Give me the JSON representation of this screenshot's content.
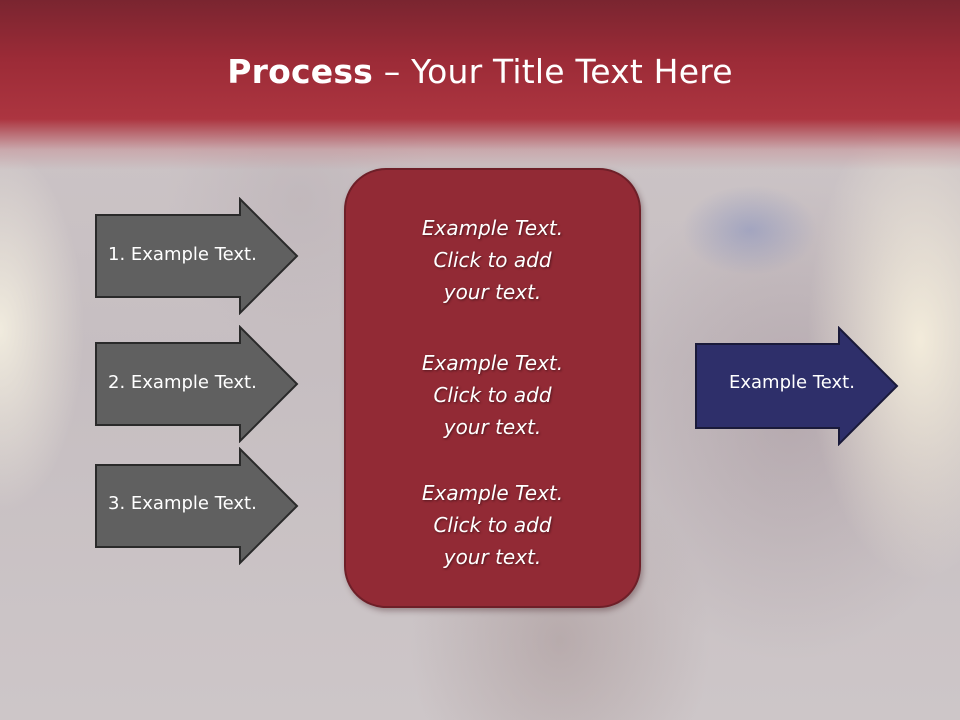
{
  "title": {
    "bold": "Process",
    "rest": " – Your Title Text Here"
  },
  "left_arrows": [
    {
      "label": "1. Example Text."
    },
    {
      "label": "2. Example Text."
    },
    {
      "label": "3. Example Text."
    }
  ],
  "center_box": {
    "blocks": [
      {
        "line1": "Example Text.",
        "line2": "Click  to add",
        "line3": "your text."
      },
      {
        "line1": "Example Text.",
        "line2": "Click  to add",
        "line3": "your text."
      },
      {
        "line1": "Example Text.",
        "line2": "Click  to add",
        "line3": "your text."
      }
    ]
  },
  "right_arrow": {
    "label": "Example Text."
  },
  "colors": {
    "header": "#9c2b37",
    "center_box": "#922a35",
    "left_arrow_fill": "#606060",
    "right_arrow_fill": "#2e2f6a"
  }
}
